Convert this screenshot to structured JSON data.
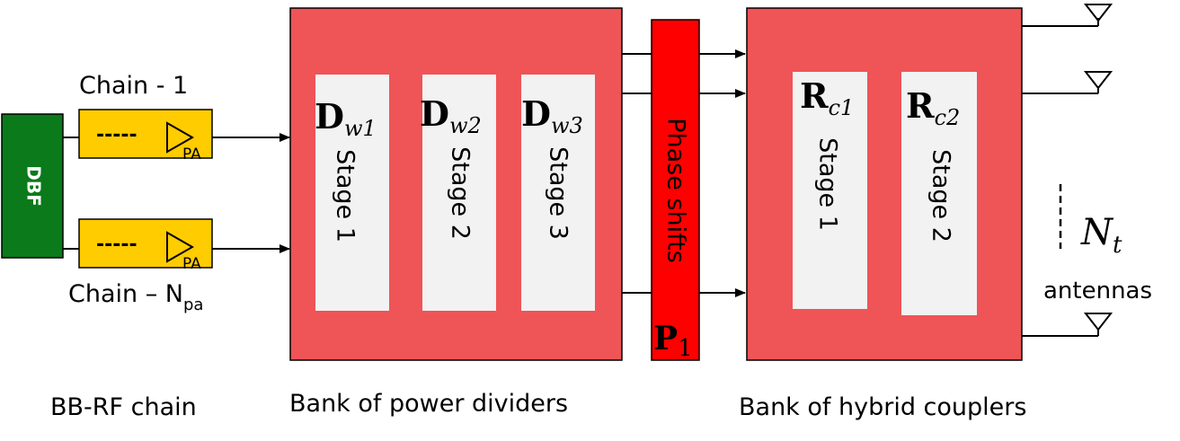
{
  "colors": {
    "dbf_fill": "#0a7a1a",
    "chain_fill": "#ffcc00",
    "bank_fill": "#ef5457",
    "phase_fill": "#ff0000",
    "stage_fill": "#f2f2f2",
    "wire": "#000000"
  },
  "bbrf": {
    "dbf_label": "DBF",
    "chain_top_label": "Chain - 1",
    "chain_bottom_label": "Chain – N",
    "chain_bottom_subscript": "pa",
    "dashes": "-----",
    "pa_label": "PA",
    "caption": "BB-RF chain"
  },
  "power_dividers": {
    "caption": "Bank of power dividers",
    "stages": [
      {
        "symbol": "D",
        "subscript": "w1",
        "label": "Stage 1"
      },
      {
        "symbol": "D",
        "subscript": "w2",
        "label": "Stage 2"
      },
      {
        "symbol": "D",
        "subscript": "w3",
        "label": "Stage 3"
      }
    ]
  },
  "phase_shifts": {
    "label": "Phase shifts",
    "symbol": "P",
    "subscript": "1"
  },
  "hybrid_couplers": {
    "caption": "Bank of hybrid couplers",
    "stages": [
      {
        "symbol": "R",
        "subscript": "c1",
        "label": "Stage 1"
      },
      {
        "symbol": "R",
        "subscript": "c2",
        "label": "Stage 2"
      }
    ]
  },
  "antennas": {
    "symbol": "N",
    "subscript": "t",
    "label": "antennas"
  }
}
